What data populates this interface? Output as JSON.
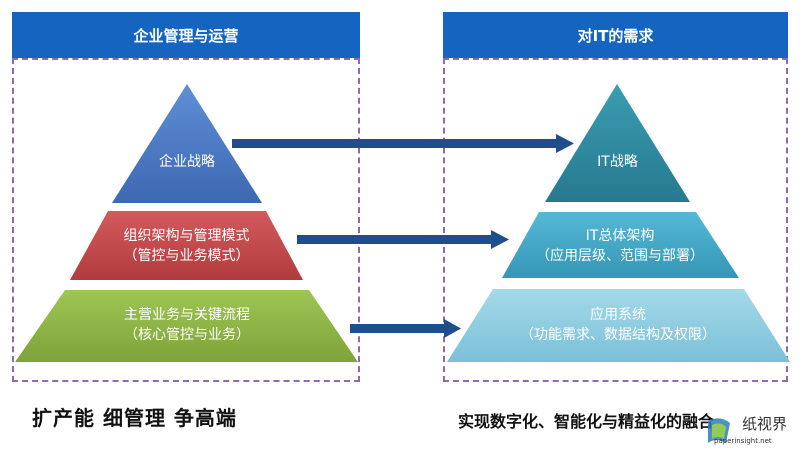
{
  "left_panel": {
    "header": "企业管理与运营",
    "levels": [
      {
        "line1": "企业战略",
        "line2": ""
      },
      {
        "line1": "组织架构与管理模式",
        "line2": "（管控与业务模式）"
      },
      {
        "line1": "主营业务与关键流程",
        "line2": "（核心管控与业务）"
      }
    ],
    "footer": "扩产能  细管理  争高端"
  },
  "right_panel": {
    "header": "对IT的需求",
    "levels": [
      {
        "line1": "IT战略",
        "line2": ""
      },
      {
        "line1": "IT总体架构",
        "line2": "（应用层级、范围与部署）"
      },
      {
        "line1": "应用系统",
        "line2": "（功能需求、数据结构及权限）"
      }
    ],
    "footer": "实现数字化、智能化与精益化的融合"
  },
  "logo": {
    "name": "纸视界",
    "url": "paperinsight.net"
  },
  "colors": {
    "header_blue": "#1565c0",
    "left_top": "#4a78c2",
    "left_mid": "#c0474a",
    "left_bottom": "#8db444",
    "right_top": "#2e8aa0",
    "right_mid": "#42a9c7",
    "right_bottom": "#8fcfe2",
    "arrow": "#1f4e8c",
    "dashed_border": "#8e6bb0"
  }
}
